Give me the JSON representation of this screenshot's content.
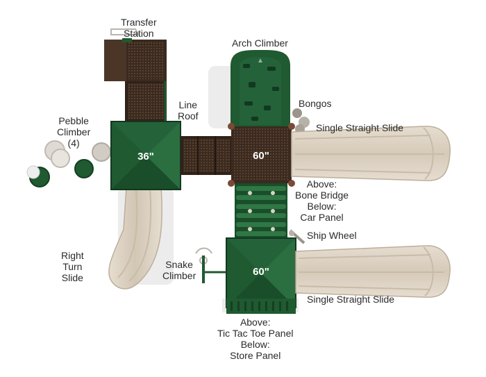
{
  "colors": {
    "green": "#1f5a31",
    "green_dark": "#163f23",
    "green_light": "#2f7744",
    "brown": "#4a3527",
    "brown_dark": "#2f2219",
    "tan": "#dcd2c4",
    "tan_dark": "#c4b7a6",
    "gray": "#b9b4ad"
  },
  "decks": {
    "left": "36\"",
    "center": "60\"",
    "bottom": "60\""
  },
  "labels": {
    "transfer_station": [
      "Transfer",
      "Station"
    ],
    "arch_climber": "Arch Climber",
    "bongos": "Bongos",
    "single_straight_slide_top": "Single Straight Slide",
    "line_roof": [
      "Line",
      "Roof"
    ],
    "pebble_climber": [
      "Pebble",
      "Climber",
      "(4)"
    ],
    "bone_bridge": [
      "Above:",
      "Bone Bridge",
      "Below:",
      "Car Panel"
    ],
    "ship_wheel": "Ship Wheel",
    "right_turn_slide": [
      "Right",
      "Turn",
      "Slide"
    ],
    "snake_climber": [
      "Snake",
      "Climber"
    ],
    "single_straight_slide_bottom": "Single Straight Slide",
    "tic_tac_toe": [
      "Above:",
      "Tic Tac Toe Panel",
      "Below:",
      "Store Panel"
    ]
  }
}
